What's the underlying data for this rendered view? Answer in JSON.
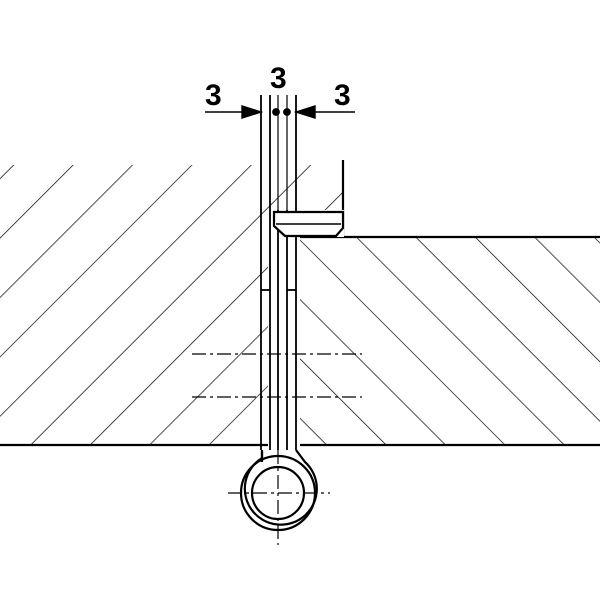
{
  "dimensions": {
    "left": "3",
    "center": "3",
    "right": "3"
  },
  "colors": {
    "line": "#000000",
    "background": "#ffffff"
  }
}
